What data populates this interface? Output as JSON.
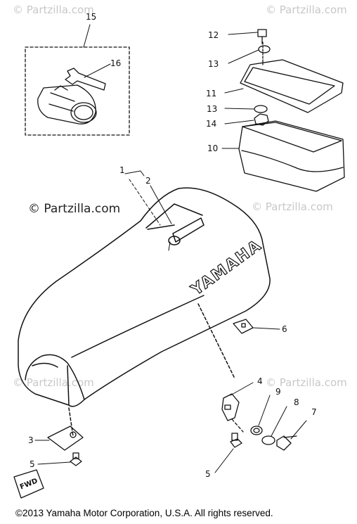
{
  "watermarks": {
    "top_left": "© Partzilla.com",
    "top_right": "© Partzilla.com",
    "main": "© Partzilla.com",
    "mid_right": "© Partzilla.com",
    "bottom_left": "© Partzilla.com",
    "bottom_right": "© Partzilla.com"
  },
  "seat_brand": "YAMAHA",
  "front_stamp": "FWD",
  "callouts": {
    "c1": "1",
    "c2": "2",
    "c3": "3",
    "c4": "4",
    "c5a": "5",
    "c5b": "5",
    "c6": "6",
    "c7": "7",
    "c8": "8",
    "c9": "9",
    "c10": "10",
    "c11": "11",
    "c12": "12",
    "c13a": "13",
    "c13b": "13",
    "c14": "14",
    "c15": "15",
    "c16": "16"
  },
  "copyright": "©2013  Yamaha Motor Corporation, U.S.A. All rights reserved."
}
